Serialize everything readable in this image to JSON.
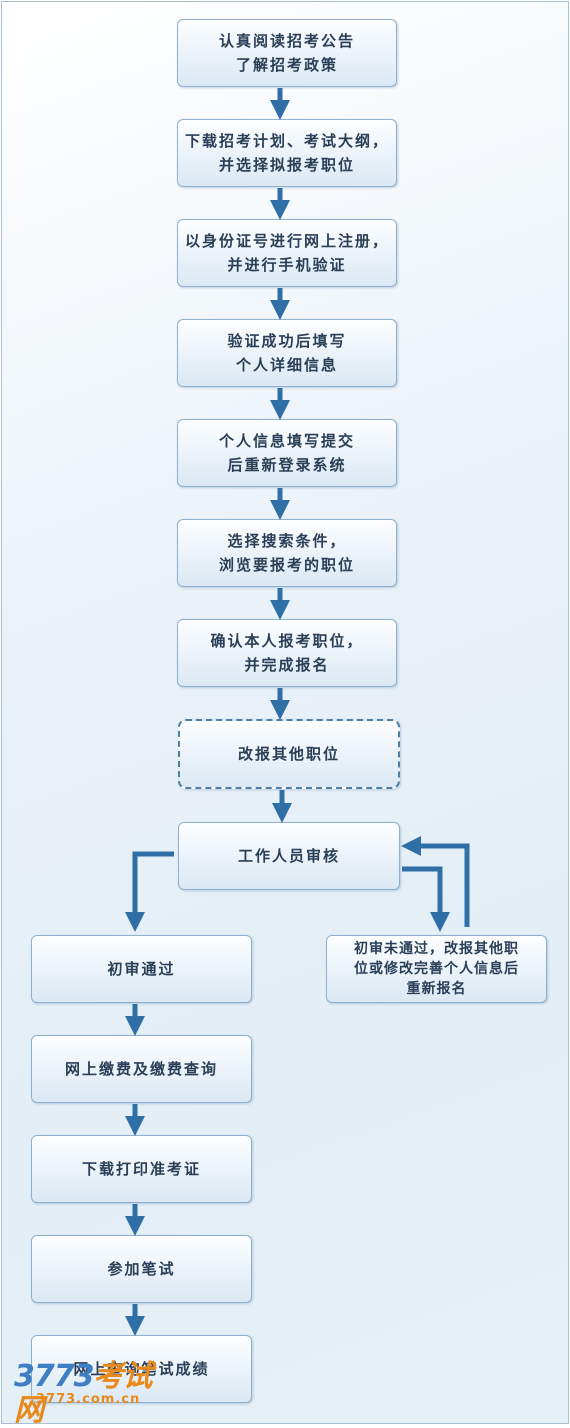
{
  "steps": {
    "read_notice": "认真阅读招考公告\n了解招考政策",
    "download_plan": "下载招考计划、考试大纲，\n并选择拟报考职位",
    "register": "以身份证号进行网上注册，\n并进行手机验证",
    "fill_info": "验证成功后填写\n个人详细信息",
    "relogin": "个人信息填写提交\n后重新登录系统",
    "browse": "选择搜索条件，\n浏览要报考的职位",
    "confirm": "确认本人报考职位，\n并完成报名",
    "change_position": "改报其他职位",
    "review": "工作人员审核",
    "not_passed": "初审未通过，改报其他职\n位或修改完善个人信息后\n重新报名",
    "passed": "初审通过",
    "payment": "网上缴费及缴费查询",
    "print_admission": "下载打印准考证",
    "exam": "参加笔试",
    "query_score": "网上查询笔试成绩"
  },
  "watermark": {
    "main_digits": "3773",
    "main_cn": "考试网",
    "sub": "3773.com.cn"
  },
  "colors": {
    "arrow": "#2f6fa6",
    "box_border": "#8fb1cf",
    "text": "#2a3f57",
    "watermark_blue": "#3e7fc4",
    "watermark_orange": "#e8891c"
  }
}
